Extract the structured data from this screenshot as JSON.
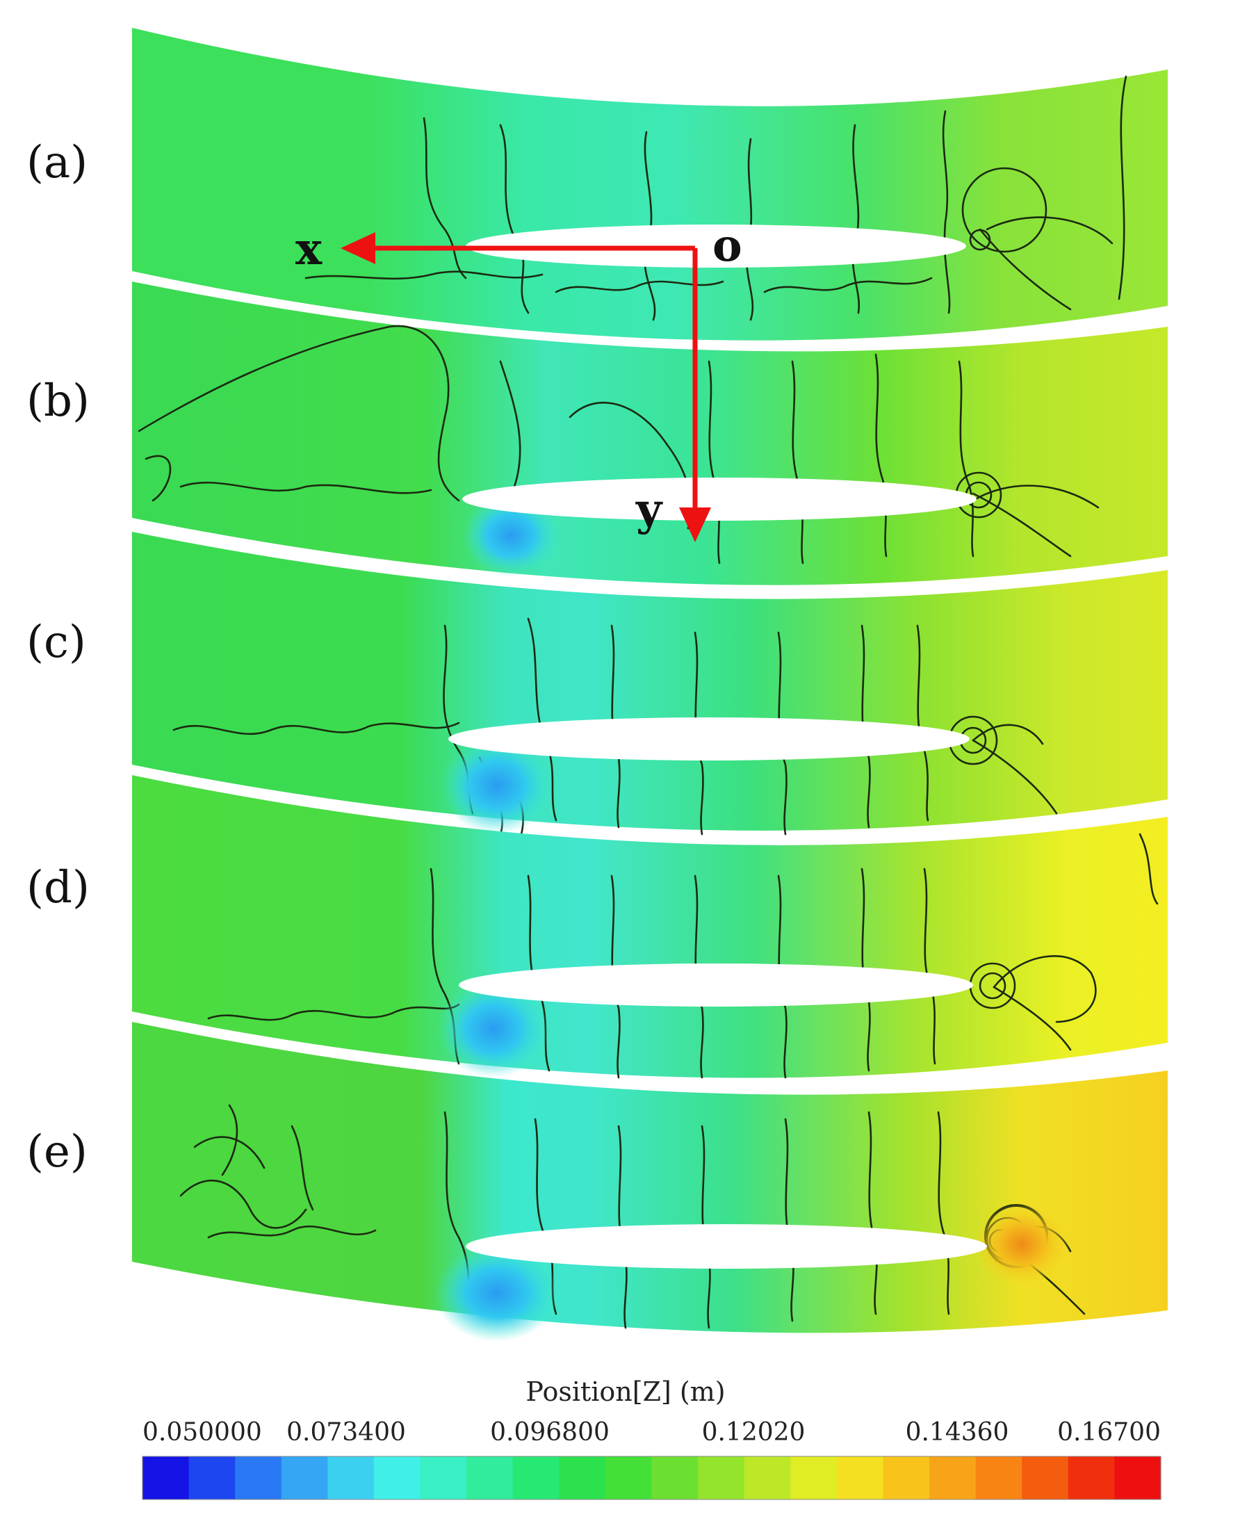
{
  "panels": [
    {
      "label": "(a)"
    },
    {
      "label": "(b)"
    },
    {
      "label": "(c)"
    },
    {
      "label": "(d)"
    },
    {
      "label": "(e)"
    }
  ],
  "axes": {
    "origin_label": "o",
    "x_label": "x",
    "y_label": "y",
    "arrow_color": "#ee1111"
  },
  "colorbar": {
    "title": "Position[Z] (m)",
    "tick_labels": [
      "0.050000",
      "0.073400",
      "0.096800",
      "0.12020",
      "0.14360",
      "0.16700"
    ],
    "min": 0.05,
    "max": 0.167,
    "colors": [
      "#1414e6",
      "#1e46f0",
      "#2a78f4",
      "#34a6f4",
      "#3cd0f0",
      "#40f0e8",
      "#38f0c4",
      "#30ec9c",
      "#28e874",
      "#2ce04e",
      "#44e038",
      "#6ce030",
      "#94e42c",
      "#bce828",
      "#e0ec24",
      "#f4e020",
      "#f8c41c",
      "#f8a418",
      "#f88414",
      "#f45c10",
      "#f0300c",
      "#ee1010"
    ]
  }
}
